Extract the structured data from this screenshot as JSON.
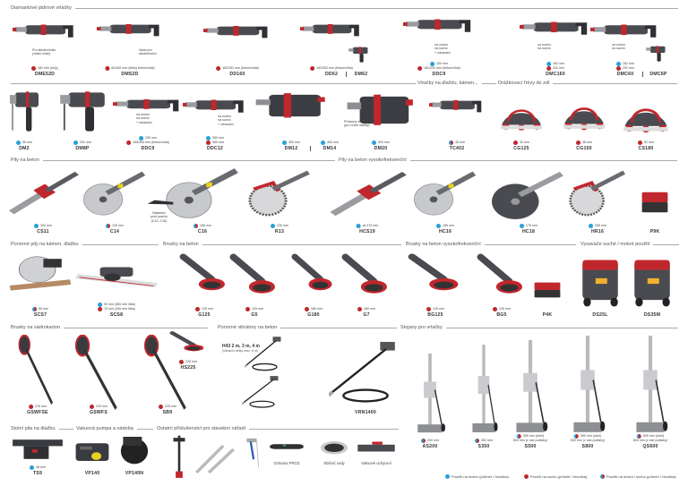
{
  "colors": {
    "wet": "#2a9fd6",
    "dry": "#c0272d",
    "accent": "#c0272d"
  },
  "sections": [
    {
      "title": "Diamantové jádrové vrtačky"
    },
    {
      "title": "Vrtačky na dlaždu, kámen..."
    },
    {
      "title": "Drážkovací frézy do zdí"
    },
    {
      "title": "Pily na beton"
    },
    {
      "title": "Pily na beton vysokofrekvenční"
    },
    {
      "title": "Ponorné pily na kámen, dlažbu"
    },
    {
      "title": "Brusky na beton"
    },
    {
      "title": "Brusky na beton vysokofrekvenční"
    },
    {
      "title": "Vysavače suché / mokré použití"
    },
    {
      "title": "Brusky na sádrokarton"
    },
    {
      "title": "Ponorné vibrátory na beton"
    },
    {
      "title": "Stojany pro vrtačky"
    },
    {
      "title": "Stolní pila na dlažbu"
    },
    {
      "title": "Vakuová pumpa a nádoba"
    },
    {
      "title": "Ostatní příslušenství pro stavební nářadí"
    }
  ],
  "products": [
    {
      "model": "DME52D",
      "specs": [
        {
          "type": "red",
          "text": "182 mm (úhly)"
        }
      ],
      "note": "Pro sklotechniku\n(vrtání tvrdé)"
    },
    {
      "model": "DMS2D",
      "specs": [
        {
          "type": "red",
          "text": "82/182 mm (lehký beton/cihla)"
        }
      ],
      "note": "Sada pro\nsklotechniku"
    },
    {
      "model": "DD160",
      "specs": [
        {
          "type": "red",
          "text": "162/252 mm (beton/cihla)"
        }
      ]
    },
    {
      "model": "DD62",
      "specs": [
        {
          "type": "red",
          "text": "162/252 mm (beton/cihla)"
        }
      ]
    },
    {
      "model": "DM62",
      "specs": []
    },
    {
      "model": "DDC9",
      "specs": [
        {
          "type": "blue",
          "text": "150 mm"
        },
        {
          "type": "red",
          "text": "162/202 mm (beton/cihla)"
        }
      ],
      "note": "na mokro\nna sucho\n+ odsávání"
    },
    {
      "model": "DMC160",
      "specs": [
        {
          "type": "blue",
          "text": "162 mm"
        },
        {
          "type": "red",
          "text": "202 mm"
        }
      ],
      "note": "na mokro\nna sucho"
    },
    {
      "model": "DMC60",
      "specs": [
        {
          "type": "blue",
          "text": "162 mm"
        },
        {
          "type": "red",
          "text": "202 mm"
        }
      ],
      "note": "na mokro\nna sucho"
    },
    {
      "model": "DMC6P",
      "specs": []
    },
    {
      "model": "DM2",
      "specs": [
        {
          "type": "blue",
          "text": "56 mm"
        }
      ]
    },
    {
      "model": "DM8P",
      "specs": [
        {
          "type": "blue",
          "text": "202 mm"
        }
      ]
    },
    {
      "model": "DDC9",
      "specs": [
        {
          "type": "blue",
          "text": "230 mm"
        },
        {
          "type": "red",
          "text": "150/350 mm (beton/cihla)"
        }
      ],
      "note": "na mokro\nna sucho\n+ odsávání"
    },
    {
      "model": "DDC12",
      "specs": [
        {
          "type": "blue",
          "text": "350 mm"
        },
        {
          "type": "red",
          "text": "350 mm"
        }
      ],
      "note": "na mokro\nna sucho\n+ odsávání"
    },
    {
      "model": "DM12",
      "specs": [
        {
          "type": "blue",
          "text": "350 mm"
        }
      ]
    },
    {
      "model": "DM14",
      "specs": [
        {
          "type": "blue",
          "text": "450 mm"
        }
      ]
    },
    {
      "model": "DM20",
      "specs": [
        {
          "type": "blue",
          "text": "500 mm"
        }
      ],
      "note": "Přídavný motor\n(pro nízké otáčky)"
    },
    {
      "model": "TC402",
      "specs": [
        {
          "type": "mixed",
          "text": "45 mm"
        }
      ]
    },
    {
      "model": "CG125",
      "specs": [
        {
          "type": "red",
          "text": "30 mm"
        }
      ]
    },
    {
      "model": "CG150",
      "specs": [
        {
          "type": "red",
          "text": "38 mm"
        }
      ]
    },
    {
      "model": "CS180",
      "specs": [
        {
          "type": "red",
          "text": "52 mm"
        }
      ]
    },
    {
      "model": "CS11",
      "specs": [
        {
          "type": "blue",
          "text": "300 mm"
        }
      ]
    },
    {
      "model": "C14",
      "specs": [
        {
          "type": "mixed",
          "text": "125 mm"
        }
      ]
    },
    {
      "model": "C16",
      "specs": [
        {
          "type": "mixed",
          "text": "156 mm"
        }
      ]
    },
    {
      "model": "R13",
      "specs": [
        {
          "type": "blue",
          "text": "226 mm"
        }
      ]
    },
    {
      "model": "HCS19",
      "specs": [
        {
          "type": "blue",
          "text": "až 470 mm"
        }
      ]
    },
    {
      "model": "HC16",
      "specs": [
        {
          "type": "blue",
          "text": "156 mm"
        }
      ]
    },
    {
      "model": "HC18",
      "specs": [
        {
          "type": "blue",
          "text": "175 mm"
        }
      ]
    },
    {
      "model": "HR16",
      "specs": [
        {
          "type": "blue",
          "text": "265 mm"
        }
      ]
    },
    {
      "model": "P9K",
      "specs": []
    },
    {
      "model": "SCS7",
      "specs": [
        {
          "type": "mixed",
          "text": "55 mm"
        }
      ]
    },
    {
      "model": "SCS8",
      "specs": [
        {
          "type": "blue",
          "text": "50 mm (380 mm lišta)"
        },
        {
          "type": "red",
          "text": "70 mm (440 mm lišta)"
        }
      ]
    },
    {
      "model": "G125",
      "specs": [
        {
          "type": "red",
          "text": "125 mm"
        }
      ]
    },
    {
      "model": "G5",
      "specs": [
        {
          "type": "red",
          "text": "125 mm"
        }
      ]
    },
    {
      "model": "G180",
      "specs": [
        {
          "type": "red",
          "text": "180 mm"
        }
      ]
    },
    {
      "model": "G7",
      "specs": [
        {
          "type": "red",
          "text": "180 mm"
        }
      ]
    },
    {
      "model": "BG125",
      "specs": [
        {
          "type": "red",
          "text": "125 mm"
        }
      ]
    },
    {
      "model": "BG5",
      "specs": [
        {
          "type": "red",
          "text": "125 mm"
        }
      ]
    },
    {
      "model": "P4K",
      "specs": []
    },
    {
      "model": "DS25L",
      "specs": []
    },
    {
      "model": "DS35M",
      "specs": []
    },
    {
      "model": "GSWFSE",
      "specs": [
        {
          "type": "red",
          "text": "225 mm"
        }
      ]
    },
    {
      "model": "GSWFS",
      "specs": [
        {
          "type": "red",
          "text": "225 mm"
        }
      ]
    },
    {
      "model": "SB9",
      "specs": [
        {
          "type": "red",
          "text": "225 mm"
        }
      ]
    },
    {
      "model": "HS225",
      "specs": [
        {
          "type": "red",
          "text": "225 mm"
        }
      ]
    },
    {
      "model": "VRN1400",
      "specs": []
    },
    {
      "model": "AS200",
      "specs": [
        {
          "type": "mixed",
          "text": "200 mm"
        }
      ]
    },
    {
      "model": "S350",
      "specs": [
        {
          "type": "mixed",
          "text": "352 mm"
        }
      ]
    },
    {
      "model": "S500",
      "specs": [
        {
          "type": "mixed",
          "text": "350 mm (úhel)"
        },
        {
          "type": "none",
          "text": "500 mm (v ose podlahy)"
        }
      ]
    },
    {
      "model": "S800",
      "specs": [
        {
          "type": "mixed",
          "text": "350 mm (úhel)"
        },
        {
          "type": "none",
          "text": "500 mm (v ose podlahy)"
        }
      ]
    },
    {
      "model": "QS600",
      "specs": [
        {
          "type": "mixed",
          "text": "500 mm (úhel)"
        },
        {
          "type": "none",
          "text": "600 mm (v ose podlahy)"
        }
      ]
    },
    {
      "model": "TS9",
      "specs": [
        {
          "type": "blue",
          "text": "48 mm"
        }
      ]
    },
    {
      "model": "VP140",
      "specs": []
    },
    {
      "model": "VP140N",
      "specs": []
    }
  ],
  "accessories": [
    {
      "label": ""
    },
    {
      "label": ""
    },
    {
      "label": ""
    },
    {
      "label": "Ochrana PRCD"
    },
    {
      "label": "Sběrač vody"
    },
    {
      "label": "Vakuové uchycení"
    }
  ],
  "dust_attachment_note": "Nástavec\nproti prachu\n(C14, C16)",
  "vibrators": {
    "title": "H43  2 m, 3 m, 4 m",
    "subtitle": "(vibrační délky max. 6 m)"
  },
  "legend": [
    {
      "type": "blue",
      "text": "Použití na mokro (průměr / hloubka)"
    },
    {
      "type": "red",
      "text": "Použití na sucho (průměr / hloubka)"
    },
    {
      "type": "mixed",
      "text": "Použití na mokro i sucho (průměr / hloubka)"
    }
  ]
}
